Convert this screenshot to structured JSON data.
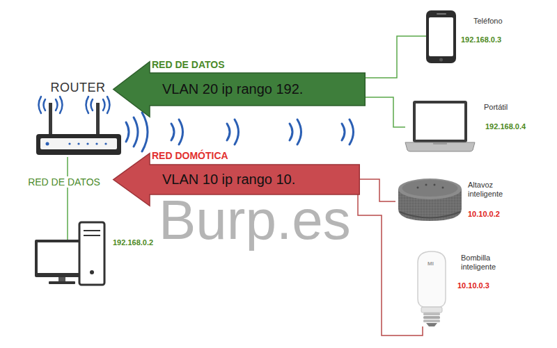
{
  "diagram": {
    "nodes": [
      {
        "text": [
          "Teléfono",
          "192.168.0.3"
        ]
      },
      {
        "text": [
          "ROUTER"
        ]
      },
      {
        "text": [
          "RED DE DATOS",
          "VLAN 20 ip rango 192."
        ]
      },
      {
        "text": [
          "Portátil",
          "192.168.0.4"
        ]
      },
      {
        "text": [
          "RED DOMÓTICA",
          "VLAN 10 ip rango 10."
        ]
      },
      {
        "text": [
          "Altavoz inteligente",
          "10.10.0.2"
        ]
      },
      {
        "text": [
          "192.168.0.2"
        ]
      },
      {
        "text": [
          "Bombilla inteligente",
          "10.10.0.3"
        ]
      }
    ],
    "edges": [
      {
        "from": 0,
        "to": 2,
        "arrow": "none"
      },
      {
        "from": 3,
        "to": 2,
        "arrow": "none"
      },
      {
        "from": 5,
        "to": 4,
        "arrow": "none"
      },
      {
        "from": 7,
        "to": 4,
        "arrow": "none"
      },
      {
        "from": 6,
        "to": 1,
        "label": "RED DE DATOS",
        "arrow": "none"
      }
    ],
    "labels": [
      "Burp.es",
      "MI"
    ]
  }
}
